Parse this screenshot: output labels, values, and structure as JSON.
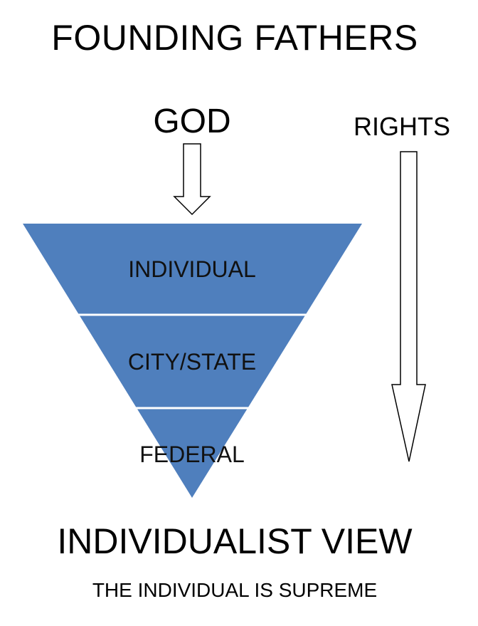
{
  "title": "FOUNDING FATHERS",
  "source_label": "GOD",
  "flow_label": "RIGHTS",
  "tiers": [
    {
      "label": "INDIVIDUAL"
    },
    {
      "label": "CITY/STATE"
    },
    {
      "label": "FEDERAL"
    }
  ],
  "bottom_title": "INDIVIDUALIST VIEW",
  "subtitle": "THE INDIVIDUAL IS SUPREME",
  "colors": {
    "pyramid_fill": "#4f7fbd",
    "divider": "#ffffff",
    "arrow_stroke": "#000000",
    "arrow_fill": "#ffffff"
  }
}
